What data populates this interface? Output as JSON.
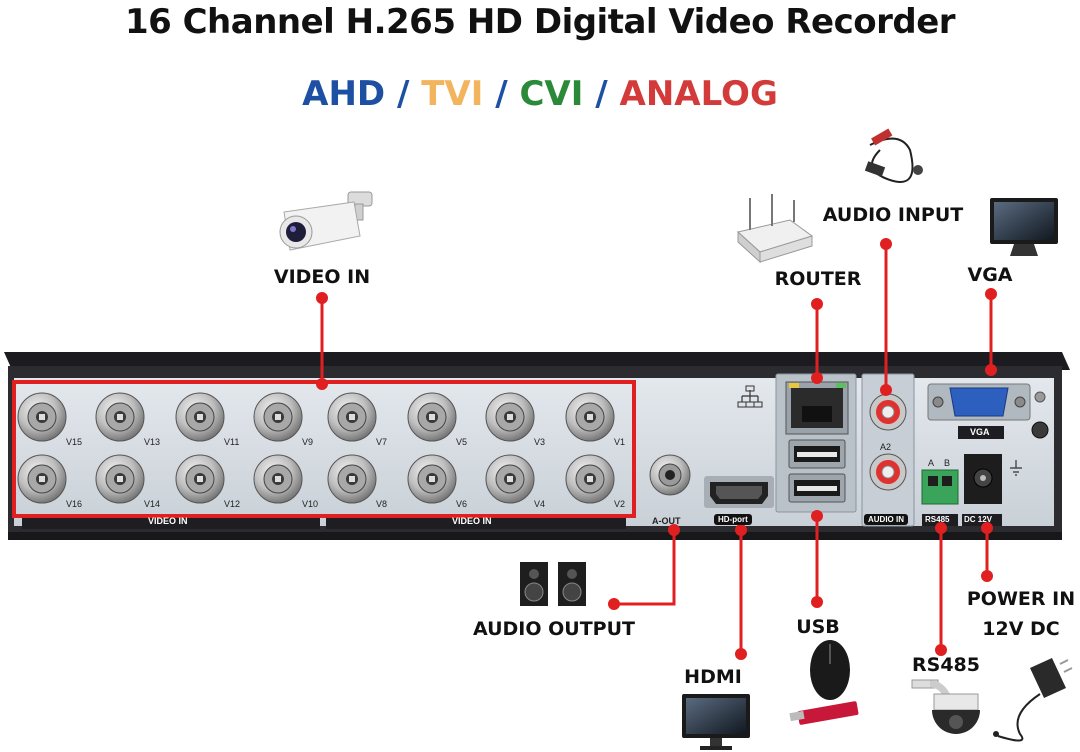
{
  "header": {
    "title": "16 Channel H.265 HD Digital Video Recorder",
    "formats": [
      {
        "text": "AHD",
        "color": "#1d4fa3"
      },
      {
        "text": " / ",
        "color": "#1d4fa3"
      },
      {
        "text": "TVI",
        "color": "#f2b45c"
      },
      {
        "text": " / ",
        "color": "#1d4fa3"
      },
      {
        "text": "CVI",
        "color": "#2a8a3a"
      },
      {
        "text": " / ",
        "color": "#1d4fa3"
      },
      {
        "text": "ANALOG",
        "color": "#d33a3a"
      }
    ]
  },
  "callouts": {
    "video_in": "VIDEO IN",
    "router": "ROUTER",
    "audio_input": "AUDIO INPUT",
    "vga": "VGA",
    "audio_output": "AUDIO OUTPUT",
    "usb": "USB",
    "hdmi": "HDMI",
    "rs485": "RS485",
    "power_line1": "POWER IN",
    "power_line2": "12V DC"
  },
  "panel": {
    "video_in_label_left": "VIDEO IN",
    "video_in_label_right": "VIDEO IN",
    "aout": "A-OUT",
    "hdport": "HD-port",
    "audio_in": "AUDIO IN",
    "a2": "A2",
    "vga": "VGA",
    "rs485": "RS485",
    "dc12v": "DC 12V",
    "pin_a": "A",
    "pin_b": "B",
    "top_row_left": [
      "V15",
      "V13",
      "V11",
      "V9"
    ],
    "top_row_right": [
      "V7",
      "V5",
      "V3",
      "V1"
    ],
    "bottom_row_left": [
      "V16",
      "V14",
      "V12",
      "V10"
    ],
    "bottom_row_right": [
      "V8",
      "V6",
      "V4",
      "V2"
    ]
  },
  "colors": {
    "callout_red": "#e02020",
    "panel_face": "#d7dde3",
    "chassis": "#2a2a2e"
  }
}
